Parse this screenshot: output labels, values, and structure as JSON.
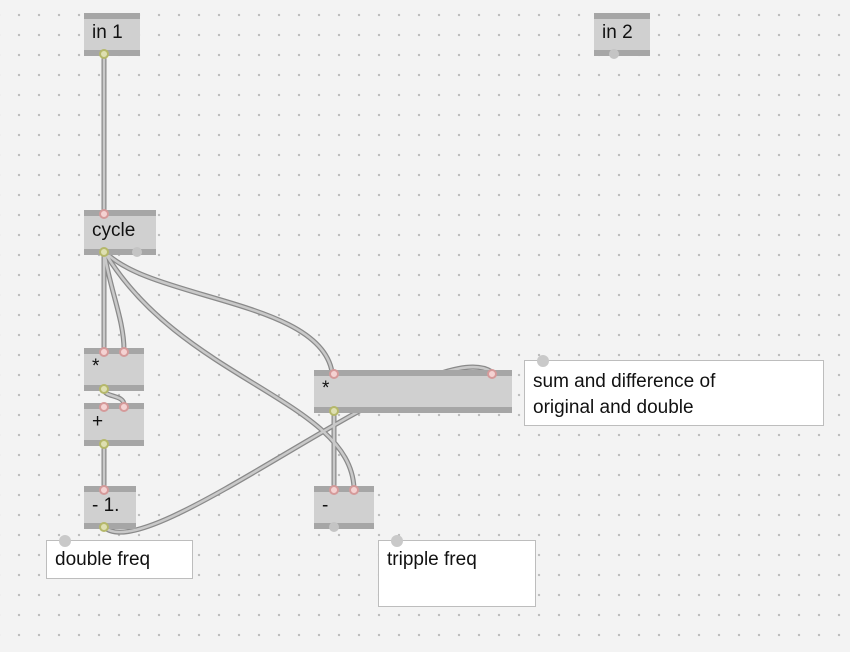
{
  "patch": {
    "objects": [
      {
        "id": "in1",
        "label": "in 1"
      },
      {
        "id": "in2",
        "label": "in 2"
      },
      {
        "id": "cycle",
        "label": "cycle"
      },
      {
        "id": "mul1",
        "label": "*"
      },
      {
        "id": "add",
        "label": "+"
      },
      {
        "id": "sub1",
        "label": "- 1."
      },
      {
        "id": "mul2",
        "label": "*"
      },
      {
        "id": "sub2",
        "label": "-"
      }
    ],
    "comments": [
      {
        "id": "c1",
        "lines": [
          "sum and difference of",
          "original and double"
        ]
      },
      {
        "id": "c2",
        "text": "double freq"
      },
      {
        "id": "c3",
        "text": "tripple freq"
      }
    ]
  },
  "colors": {
    "background": "#f3f3f3",
    "box": "#d0d0d0",
    "box_bar": "#a6a6a6",
    "cord": "#b0b0b0",
    "inlet_signal": "#f4d2d2",
    "outlet_signal": "#dedfb2"
  }
}
